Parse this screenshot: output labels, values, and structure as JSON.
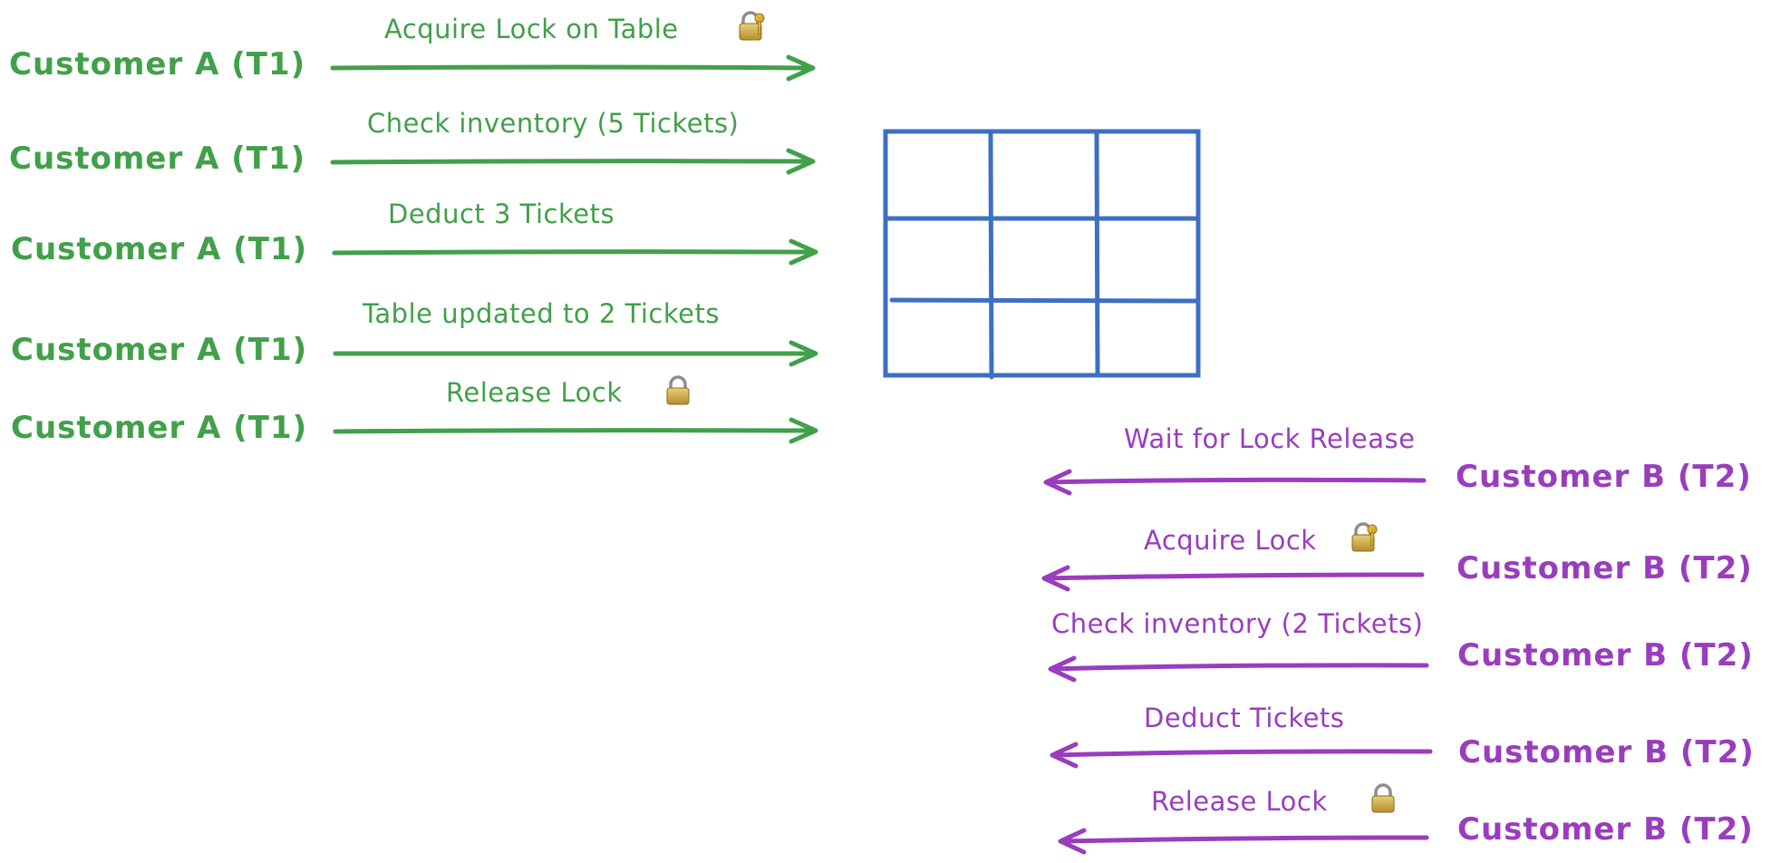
{
  "transaction_a": {
    "steps": [
      {
        "actor": "Customer A (T1)",
        "label": "Acquire Lock on Table",
        "icon": "lock-with-key-icon"
      },
      {
        "actor": "Customer A (T1)",
        "label": "Check inventory (5 Tickets)",
        "icon": ""
      },
      {
        "actor": "Customer A (T1)",
        "label": "Deduct 3 Tickets",
        "icon": ""
      },
      {
        "actor": "Customer A (T1)",
        "label": "Table updated to 2 Tickets",
        "icon": ""
      },
      {
        "actor": "Customer A (T1)",
        "label": "Release Lock",
        "icon": "padlock-icon"
      }
    ],
    "color": "#41A04A"
  },
  "transaction_b": {
    "steps": [
      {
        "actor": "Customer B (T2)",
        "label": "Wait for Lock Release",
        "icon": ""
      },
      {
        "actor": "Customer B (T2)",
        "label": "Acquire Lock",
        "icon": "lock-with-key-icon"
      },
      {
        "actor": "Customer B (T2)",
        "label": "Check inventory (2 Tickets)",
        "icon": ""
      },
      {
        "actor": "Customer B (T2)",
        "label": "Deduct Tickets",
        "icon": ""
      },
      {
        "actor": "Customer B (T2)",
        "label": "Release Lock",
        "icon": "padlock-icon"
      }
    ],
    "color": "#9A3DBD"
  },
  "table": {
    "rows": 3,
    "columns": 3,
    "color": "#3D6FC2"
  }
}
